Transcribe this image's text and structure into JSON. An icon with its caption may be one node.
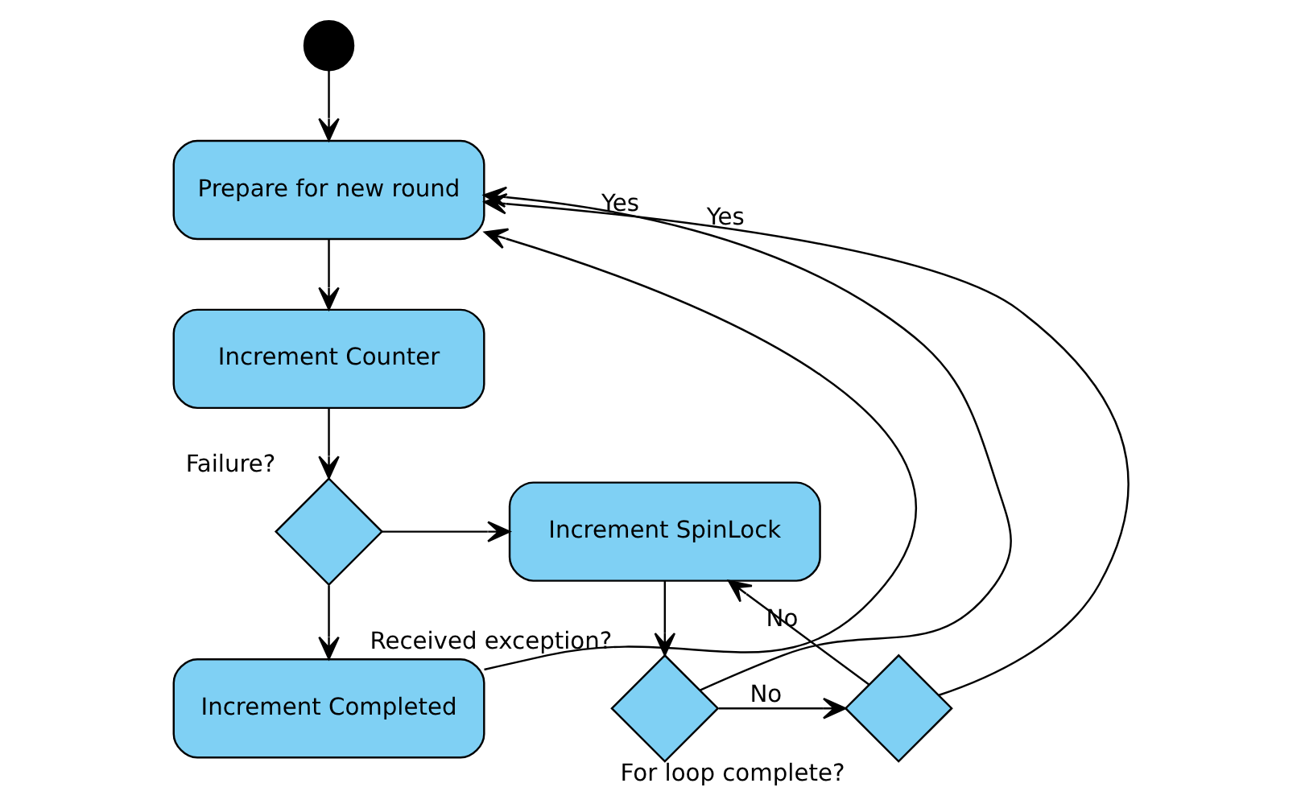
{
  "diagram": {
    "nodes": [
      {
        "text": [],
        "shape": "circle"
      },
      {
        "text": [
          "Prepare for new round"
        ]
      },
      {
        "text": [
          "Increment Counter"
        ]
      },
      {
        "text": [],
        "shape": "diamond",
        "beside": [
          "Failure?"
        ]
      },
      {
        "text": [
          "Increment Completed"
        ]
      },
      {
        "text": [
          "Increment SpinLock"
        ]
      },
      {
        "text": [],
        "shape": "diamond",
        "beside": [
          "Received exception?"
        ]
      },
      {
        "text": [],
        "shape": "diamond",
        "beside": [
          "For loop complete?"
        ]
      }
    ],
    "edges": [
      {
        "from": 0,
        "to": 1,
        "arrow": "to"
      },
      {
        "from": 1,
        "to": 2,
        "arrow": "to"
      },
      {
        "from": 2,
        "to": 3,
        "arrow": "to"
      },
      {
        "from": 3,
        "to": 4,
        "arrow": "to"
      },
      {
        "from": 3,
        "to": 5,
        "arrow": "to"
      },
      {
        "from": 5,
        "to": 6,
        "arrow": "to"
      },
      {
        "from": 6,
        "to": 7,
        "label": "No",
        "arrow": "to"
      },
      {
        "from": 7,
        "to": 5,
        "label": "No",
        "arrow": "to"
      },
      {
        "from": 4,
        "to": 1,
        "arrow": "to"
      },
      {
        "from": 6,
        "to": 1,
        "label": "Yes",
        "arrow": "to"
      },
      {
        "from": 7,
        "to": 1,
        "label": "Yes",
        "arrow": "to"
      }
    ]
  }
}
